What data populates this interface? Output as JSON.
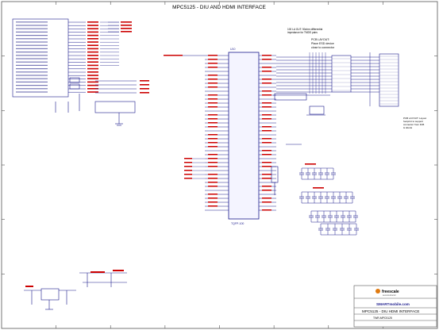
{
  "sheet": {
    "title": "MPC5125 - DIU AND HDMI INTERFACE"
  },
  "notes": {
    "pcb_layout": [
      "PCB LAYOUT:",
      "Place ESD device",
      "close to connector"
    ],
    "trace_note": [
      "100 LA OUT: 50ohm differential",
      "impedance for TMDS pairs"
    ],
    "pcb_layout_right": [
      "PCB LAYOUT: Layout",
      "footprint to support",
      "connector from D45",
      "& HiLink"
    ]
  },
  "parts": {
    "main_ic_ref": "U10",
    "main_ic_pkg": "TQFP-100"
  },
  "title_block": {
    "logo_text": "freescale",
    "logo_sub": "semiconductor",
    "banner": "SMARTmobile.com",
    "sheet_title": "MPC5125 - DIU HDMI INTERFACE",
    "board": "TWR-MPC5125"
  },
  "colors": {
    "wire": "#1a1a8c",
    "net": "#cc0000",
    "frame": "#555555",
    "title": "#000000"
  }
}
